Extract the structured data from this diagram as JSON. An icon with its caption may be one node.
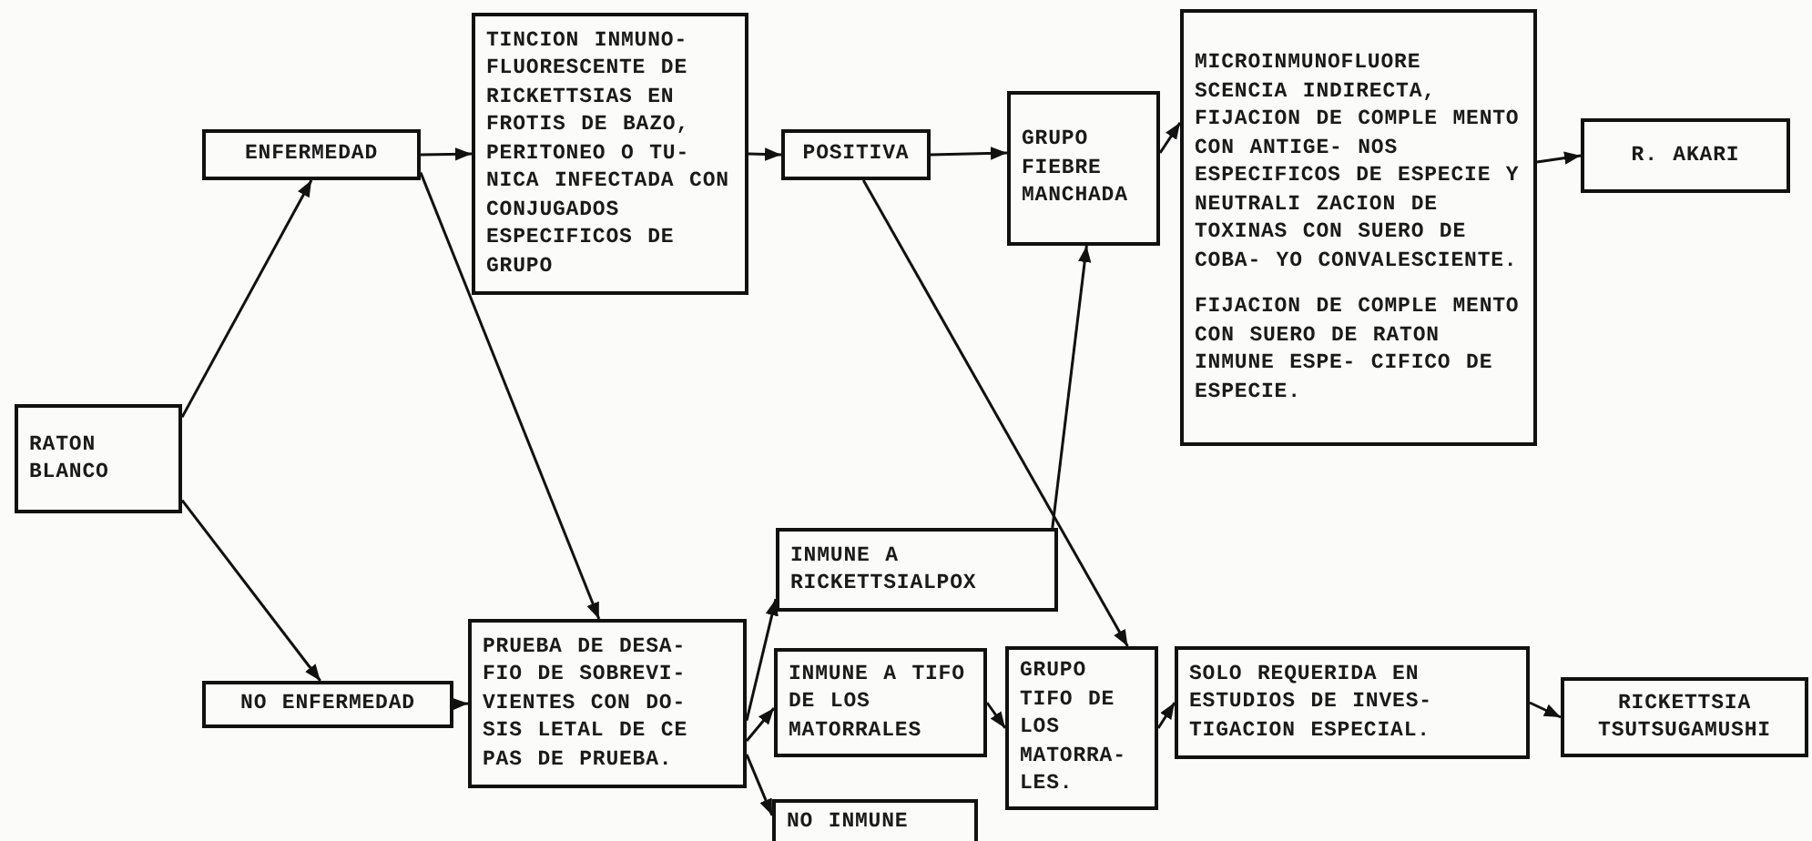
{
  "diagram": {
    "nodes": [
      {
        "text": [
          "RATON BLANCO"
        ]
      },
      {
        "text": [
          "ENFERMEDAD"
        ]
      },
      {
        "text": [
          "TINCION INMUNO- FLUORESCENTE DE RICKETTSIAS EN FROTIS DE BAZO, PERITONEO O TU- NICA INFECTADA CON CONJUGADOS ESPECIFICOS DE GRUPO"
        ]
      },
      {
        "text": [
          "POSITIVA"
        ]
      },
      {
        "text": [
          "GRUPO FIEBRE MANCHADA"
        ]
      },
      {
        "text": [
          "MICROINMUNOFLUORE SCENCIA INDIRECTA, FIJACION DE COMPLE MENTO CON ANTIGE- NOS ESPECIFICOS DE ESPECIE Y NEUTRALI ZACION DE TOXINAS CON SUERO DE COBA- YO CONVALESCIENTE.",
          "FIJACION DE COMPLE MENTO CON SUERO DE RATON INMUNE ESPE- CIFICO DE ESPECIE."
        ]
      },
      {
        "text": [
          "R. AKARI"
        ]
      },
      {
        "text": [
          "NO ENFERMEDAD"
        ]
      },
      {
        "text": [
          "PRUEBA DE DESA- FIO DE SOBREVI- VIENTES CON DO- SIS LETAL DE CE PAS DE PRUEBA."
        ]
      },
      {
        "text": [
          "INMUNE A RICKETTSIALPOX"
        ]
      },
      {
        "text": [
          "INMUNE A TIFO DE LOS MATORRALES"
        ]
      },
      {
        "text": [
          "GRUPO TIFO DE LOS MATORRA- LES."
        ]
      },
      {
        "text": [
          "SOLO REQUERIDA EN ESTUDIOS DE INVES- TIGACION ESPECIAL."
        ]
      },
      {
        "text": [
          "RICKETTSIA TSUTSUGAMUSHI"
        ]
      },
      {
        "text": [
          "NO INMUNE"
        ]
      }
    ],
    "edges": [
      {
        "from": 0,
        "to": 1,
        "arrow": "to"
      },
      {
        "from": 0,
        "to": 7,
        "arrow": "to"
      },
      {
        "from": 1,
        "to": 2,
        "arrow": "to"
      },
      {
        "from": 1,
        "to": 8,
        "arrow": "to"
      },
      {
        "from": 2,
        "to": 3,
        "arrow": "to"
      },
      {
        "from": 3,
        "to": 4,
        "arrow": "to"
      },
      {
        "from": 3,
        "to": 11,
        "arrow": "to"
      },
      {
        "from": 4,
        "to": 5,
        "arrow": "to"
      },
      {
        "from": 5,
        "to": 6,
        "arrow": "to"
      },
      {
        "from": 7,
        "to": 8,
        "arrow": "to"
      },
      {
        "from": 8,
        "to": 9,
        "arrow": "to"
      },
      {
        "from": 8,
        "to": 10,
        "arrow": "to"
      },
      {
        "from": 8,
        "to": 14,
        "arrow": "to"
      },
      {
        "from": 9,
        "to": 4,
        "arrow": "to"
      },
      {
        "from": 10,
        "to": 11,
        "arrow": "to"
      },
      {
        "from": 11,
        "to": 12,
        "arrow": "to"
      },
      {
        "from": 12,
        "to": 13,
        "arrow": "to"
      }
    ]
  }
}
